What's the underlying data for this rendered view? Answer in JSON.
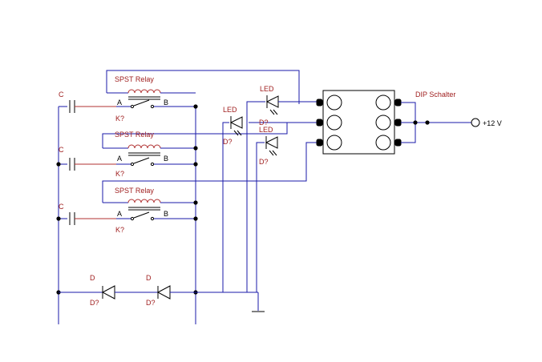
{
  "relays": [
    {
      "label": "SPST Relay",
      "pin_a": "A",
      "pin_b": "B",
      "ref": "K?"
    },
    {
      "label": "SPST Relay",
      "pin_a": "A",
      "pin_b": "B",
      "ref": "K?"
    },
    {
      "label": "SPST Relay",
      "pin_a": "A",
      "pin_b": "B",
      "ref": "K?"
    }
  ],
  "capacitors": [
    {
      "label": "C"
    },
    {
      "label": "C"
    },
    {
      "label": "C"
    }
  ],
  "leds": [
    {
      "label": "LED",
      "ref": "D?"
    },
    {
      "label": "LED",
      "ref": "D?"
    },
    {
      "label": "LED",
      "ref": "D?"
    }
  ],
  "diodes": [
    {
      "label": "D",
      "ref": "D?"
    },
    {
      "label": "D",
      "ref": "D?"
    }
  ],
  "dip_switch": {
    "label": "DIP Schalter"
  },
  "supply": {
    "label": "+12 V"
  },
  "colors": {
    "wire": "#1a1aa8",
    "label": "#a02020",
    "component": "#000000"
  }
}
